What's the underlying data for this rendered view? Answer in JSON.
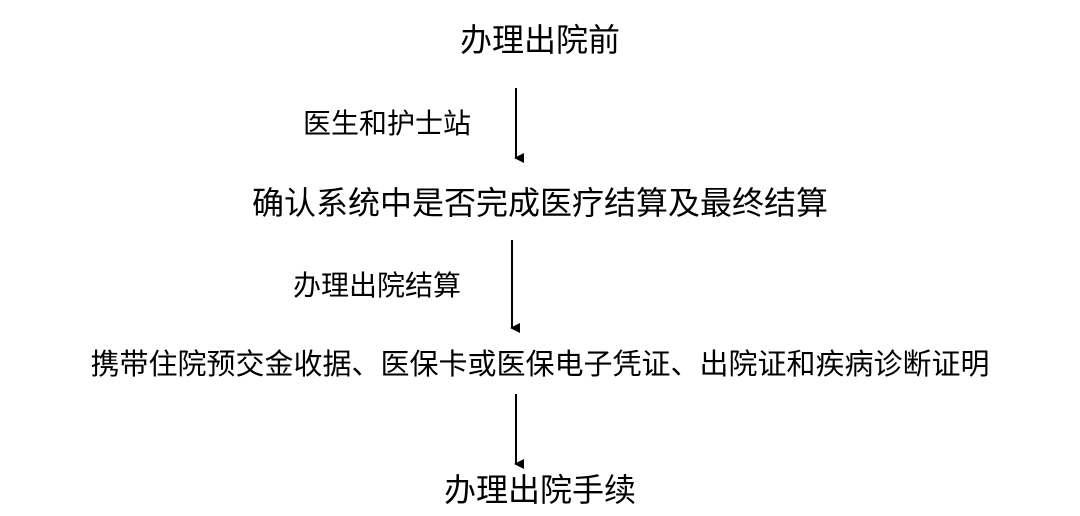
{
  "flowchart": {
    "steps": [
      "办理出院前",
      "确认系统中是否完成医疗结算及最终结算",
      "携带住院预交金收据、医保卡或医保电子凭证、出院证和疾病诊断证明",
      "办理出院手续"
    ],
    "edge_labels": [
      "医生和护士站",
      "办理出院结算",
      ""
    ]
  }
}
